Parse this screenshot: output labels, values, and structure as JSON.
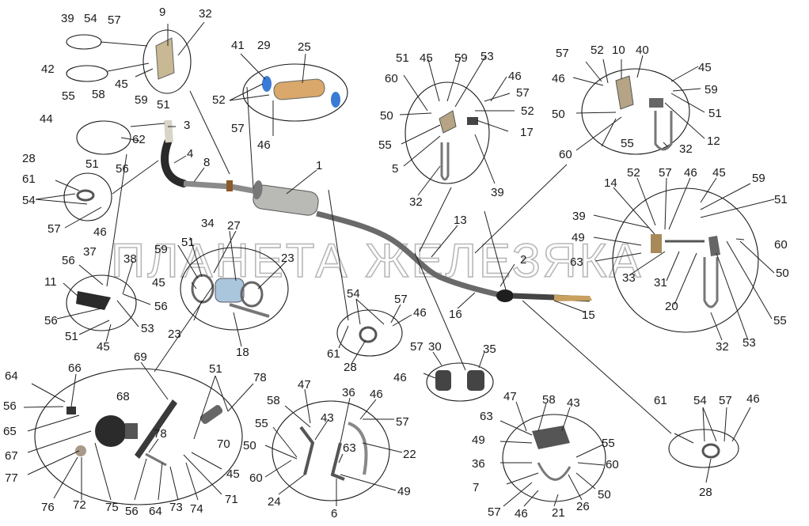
{
  "watermark": "ПЛАНЕТА ЖЕЛЕЗЯКА",
  "labels": [
    {
      "id": "39a",
      "text": "39"
    },
    {
      "id": "54a",
      "text": "54"
    },
    {
      "id": "57a",
      "text": "57"
    },
    {
      "id": "9",
      "text": "9"
    },
    {
      "id": "32a",
      "text": "32"
    },
    {
      "id": "42",
      "text": "42"
    },
    {
      "id": "55a",
      "text": "55"
    },
    {
      "id": "58a",
      "text": "58"
    },
    {
      "id": "45a",
      "text": "45"
    },
    {
      "id": "59a",
      "text": "59"
    },
    {
      "id": "51a",
      "text": "51"
    },
    {
      "id": "41",
      "text": "41"
    },
    {
      "id": "29",
      "text": "29"
    },
    {
      "id": "25",
      "text": "25"
    },
    {
      "id": "52a",
      "text": "52"
    },
    {
      "id": "57b",
      "text": "57"
    },
    {
      "id": "46a",
      "text": "46"
    },
    {
      "id": "44",
      "text": "44"
    },
    {
      "id": "3",
      "text": "3"
    },
    {
      "id": "62",
      "text": "62"
    },
    {
      "id": "51b",
      "text": "51"
    },
    {
      "id": "56a",
      "text": "56"
    },
    {
      "id": "4",
      "text": "4"
    },
    {
      "id": "8",
      "text": "8"
    },
    {
      "id": "1",
      "text": "1"
    },
    {
      "id": "28a",
      "text": "28"
    },
    {
      "id": "61a",
      "text": "61"
    },
    {
      "id": "54b",
      "text": "54"
    },
    {
      "id": "57c",
      "text": "57"
    },
    {
      "id": "46b",
      "text": "46"
    },
    {
      "id": "51c",
      "text": "51"
    },
    {
      "id": "45b",
      "text": "45"
    },
    {
      "id": "59b",
      "text": "59"
    },
    {
      "id": "53a",
      "text": "53"
    },
    {
      "id": "60a",
      "text": "60"
    },
    {
      "id": "46c",
      "text": "46"
    },
    {
      "id": "57d",
      "text": "57"
    },
    {
      "id": "52b",
      "text": "52"
    },
    {
      "id": "50a",
      "text": "50"
    },
    {
      "id": "17",
      "text": "17"
    },
    {
      "id": "55b",
      "text": "55"
    },
    {
      "id": "5",
      "text": "5"
    },
    {
      "id": "39b",
      "text": "39"
    },
    {
      "id": "32b",
      "text": "32"
    },
    {
      "id": "57e",
      "text": "57"
    },
    {
      "id": "52c",
      "text": "52"
    },
    {
      "id": "10",
      "text": "10"
    },
    {
      "id": "40",
      "text": "40"
    },
    {
      "id": "45c",
      "text": "45"
    },
    {
      "id": "46d",
      "text": "46"
    },
    {
      "id": "59c",
      "text": "59"
    },
    {
      "id": "51d",
      "text": "51"
    },
    {
      "id": "50b",
      "text": "50"
    },
    {
      "id": "12",
      "text": "12"
    },
    {
      "id": "60b",
      "text": "60"
    },
    {
      "id": "55c",
      "text": "55"
    },
    {
      "id": "32c",
      "text": "32"
    },
    {
      "id": "34",
      "text": "34"
    },
    {
      "id": "27",
      "text": "27"
    },
    {
      "id": "51e",
      "text": "51"
    },
    {
      "id": "59d",
      "text": "59"
    },
    {
      "id": "23a",
      "text": "23"
    },
    {
      "id": "45d",
      "text": "45"
    },
    {
      "id": "23b",
      "text": "23"
    },
    {
      "id": "18",
      "text": "18"
    },
    {
      "id": "56b",
      "text": "56"
    },
    {
      "id": "37",
      "text": "37"
    },
    {
      "id": "38",
      "text": "38"
    },
    {
      "id": "11",
      "text": "11"
    },
    {
      "id": "56c",
      "text": "56"
    },
    {
      "id": "56d",
      "text": "56"
    },
    {
      "id": "53b",
      "text": "53"
    },
    {
      "id": "51f",
      "text": "51"
    },
    {
      "id": "45e",
      "text": "45"
    },
    {
      "id": "13",
      "text": "13"
    },
    {
      "id": "2",
      "text": "2"
    },
    {
      "id": "16",
      "text": "16"
    },
    {
      "id": "15",
      "text": "15"
    },
    {
      "id": "14",
      "text": "14"
    },
    {
      "id": "52d",
      "text": "52"
    },
    {
      "id": "57f",
      "text": "57"
    },
    {
      "id": "46e",
      "text": "46"
    },
    {
      "id": "45f",
      "text": "45"
    },
    {
      "id": "59e",
      "text": "59"
    },
    {
      "id": "51g",
      "text": "51"
    },
    {
      "id": "39c",
      "text": "39"
    },
    {
      "id": "49a",
      "text": "49"
    },
    {
      "id": "60c",
      "text": "60"
    },
    {
      "id": "63a",
      "text": "63"
    },
    {
      "id": "33",
      "text": "33"
    },
    {
      "id": "31",
      "text": "31"
    },
    {
      "id": "50c",
      "text": "50"
    },
    {
      "id": "20",
      "text": "20"
    },
    {
      "id": "55d",
      "text": "55"
    },
    {
      "id": "32d",
      "text": "32"
    },
    {
      "id": "53c",
      "text": "53"
    },
    {
      "id": "54c",
      "text": "54"
    },
    {
      "id": "57g",
      "text": "57"
    },
    {
      "id": "46f",
      "text": "46"
    },
    {
      "id": "61b",
      "text": "61"
    },
    {
      "id": "28b",
      "text": "28"
    },
    {
      "id": "30",
      "text": "30"
    },
    {
      "id": "57h",
      "text": "57"
    },
    {
      "id": "35",
      "text": "35"
    },
    {
      "id": "46g",
      "text": "46"
    },
    {
      "id": "64a",
      "text": "64"
    },
    {
      "id": "66",
      "text": "66"
    },
    {
      "id": "69",
      "text": "69"
    },
    {
      "id": "51h",
      "text": "51"
    },
    {
      "id": "78a",
      "text": "78"
    },
    {
      "id": "56e",
      "text": "56"
    },
    {
      "id": "68",
      "text": "68"
    },
    {
      "id": "65",
      "text": "65"
    },
    {
      "id": "67",
      "text": "67"
    },
    {
      "id": "78b",
      "text": "78"
    },
    {
      "id": "70",
      "text": "70"
    },
    {
      "id": "77",
      "text": "77"
    },
    {
      "id": "45g",
      "text": "45"
    },
    {
      "id": "71",
      "text": "71"
    },
    {
      "id": "76",
      "text": "76"
    },
    {
      "id": "72",
      "text": "72"
    },
    {
      "id": "75",
      "text": "75"
    },
    {
      "id": "56f",
      "text": "56"
    },
    {
      "id": "64b",
      "text": "64"
    },
    {
      "id": "73",
      "text": "73"
    },
    {
      "id": "74",
      "text": "74"
    },
    {
      "id": "47a",
      "text": "47"
    },
    {
      "id": "36a",
      "text": "36"
    },
    {
      "id": "46h",
      "text": "46"
    },
    {
      "id": "58b",
      "text": "58"
    },
    {
      "id": "43a",
      "text": "43"
    },
    {
      "id": "57i",
      "text": "57"
    },
    {
      "id": "55e",
      "text": "55"
    },
    {
      "id": "50d",
      "text": "50"
    },
    {
      "id": "63b",
      "text": "63"
    },
    {
      "id": "22",
      "text": "22"
    },
    {
      "id": "60d",
      "text": "60"
    },
    {
      "id": "24",
      "text": "24"
    },
    {
      "id": "49b",
      "text": "49"
    },
    {
      "id": "6",
      "text": "6"
    },
    {
      "id": "47b",
      "text": "47"
    },
    {
      "id": "58c",
      "text": "58"
    },
    {
      "id": "43b",
      "text": "43"
    },
    {
      "id": "63c",
      "text": "63"
    },
    {
      "id": "55f",
      "text": "55"
    },
    {
      "id": "49c",
      "text": "49"
    },
    {
      "id": "36b",
      "text": "36"
    },
    {
      "id": "60e",
      "text": "60"
    },
    {
      "id": "7",
      "text": "7"
    },
    {
      "id": "50e",
      "text": "50"
    },
    {
      "id": "57j",
      "text": "57"
    },
    {
      "id": "46i",
      "text": "46"
    },
    {
      "id": "21",
      "text": "21"
    },
    {
      "id": "26",
      "text": "26"
    },
    {
      "id": "61c",
      "text": "61"
    },
    {
      "id": "54d",
      "text": "54"
    },
    {
      "id": "57k",
      "text": "57"
    },
    {
      "id": "46j",
      "text": "46"
    },
    {
      "id": "28c",
      "text": "28"
    }
  ]
}
